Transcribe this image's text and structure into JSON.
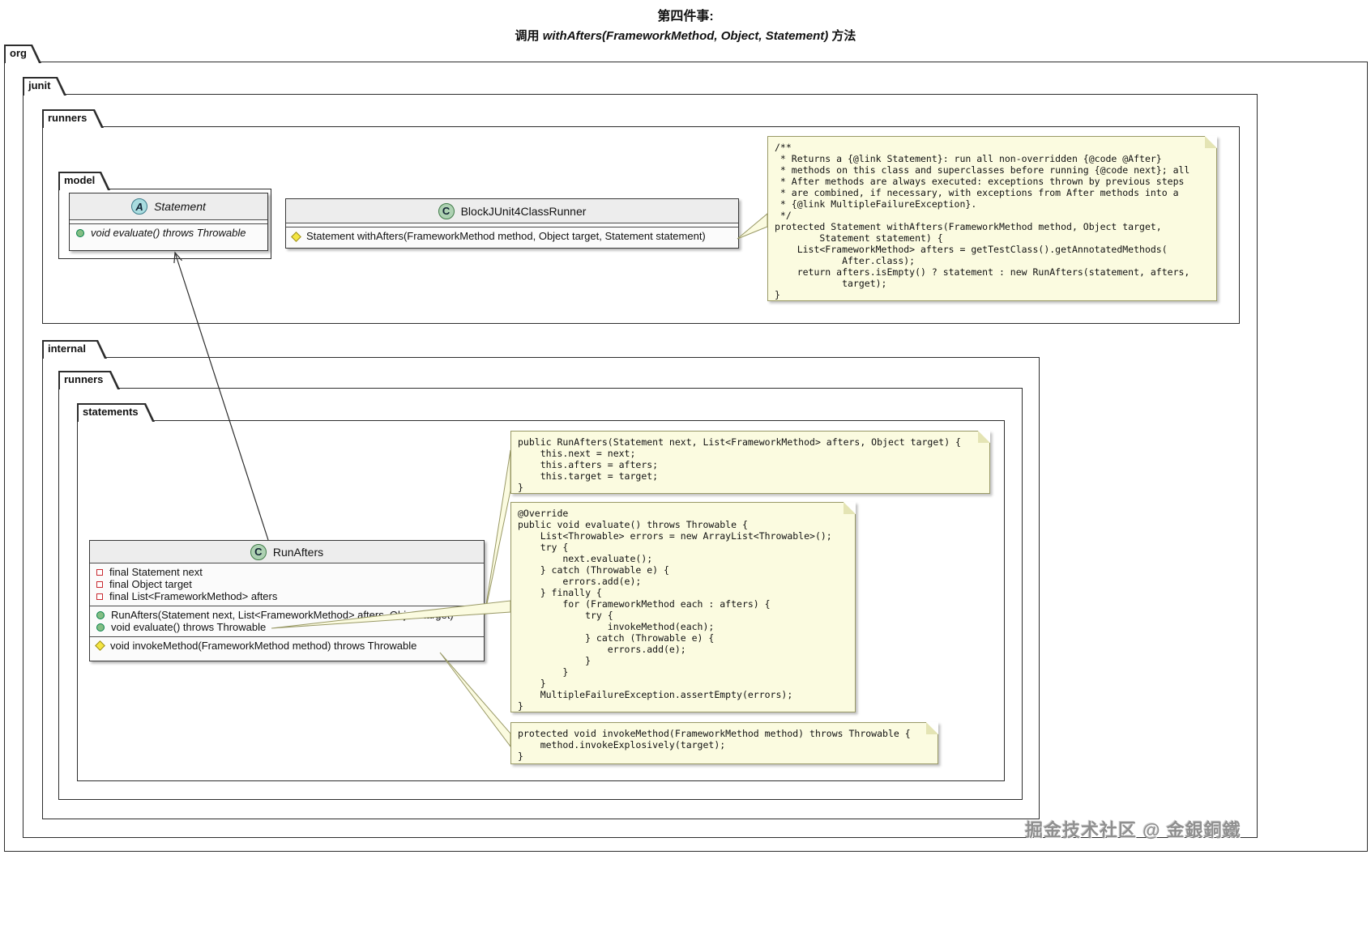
{
  "title": {
    "line1": "第四件事:",
    "line2_prefix": "调用 ",
    "line2_code": "withAfters(FrameworkMethod, Object, Statement)",
    "line2_suffix": " 方法"
  },
  "packages": {
    "org": "org",
    "junit": "junit",
    "runners_outer": "runners",
    "model": "model",
    "internal": "internal",
    "runners_inner": "runners",
    "statements": "statements"
  },
  "classes": {
    "statement": {
      "stereotype": "A",
      "name": "Statement",
      "methods": [
        "void evaluate() throws Throwable"
      ]
    },
    "blockRunner": {
      "stereotype": "C",
      "name": "BlockJUnit4ClassRunner",
      "methods": [
        "Statement withAfters(FrameworkMethod method, Object target, Statement statement)"
      ]
    },
    "runAfters": {
      "stereotype": "C",
      "name": "RunAfters",
      "fields": [
        "final Statement next",
        "final Object target",
        "final List<FrameworkMethod> afters"
      ],
      "methods": [
        "RunAfters(Statement next, List<FrameworkMethod> afters, Object target)",
        "void evaluate() throws Throwable"
      ],
      "methods2": [
        "void invokeMethod(FrameworkMethod method) throws Throwable"
      ]
    }
  },
  "notes": {
    "withAfters": "/**\n * Returns a {@link Statement}: run all non-overridden {@code @After}\n * methods on this class and superclasses before running {@code next}; all\n * After methods are always executed: exceptions thrown by previous steps\n * are combined, if necessary, with exceptions from After methods into a\n * {@link MultipleFailureException}.\n */\nprotected Statement withAfters(FrameworkMethod method, Object target,\n        Statement statement) {\n    List<FrameworkMethod> afters = getTestClass().getAnnotatedMethods(\n            After.class);\n    return afters.isEmpty() ? statement : new RunAfters(statement, afters,\n            target);\n}",
    "constructor": "public RunAfters(Statement next, List<FrameworkMethod> afters, Object target) {\n    this.next = next;\n    this.afters = afters;\n    this.target = target;\n}",
    "evaluate": "@Override\npublic void evaluate() throws Throwable {\n    List<Throwable> errors = new ArrayList<Throwable>();\n    try {\n        next.evaluate();\n    } catch (Throwable e) {\n        errors.add(e);\n    } finally {\n        for (FrameworkMethod each : afters) {\n            try {\n                invokeMethod(each);\n            } catch (Throwable e) {\n                errors.add(e);\n            }\n        }\n    }\n    MultipleFailureException.assertEmpty(errors);\n}",
    "invokeMethod": "protected void invokeMethod(FrameworkMethod method) throws Throwable {\n    method.invokeExplosively(target);\n}"
  },
  "icons": {
    "abstract-class-icon": "A in light-blue circle",
    "class-icon": "C in light-green circle",
    "public-member-icon": "green filled circle",
    "protected-member-icon": "yellow diamond",
    "private-field-icon": "red open square"
  },
  "colors": {
    "note_bg": "#FBFBE0",
    "note_border": "#999966",
    "class_header_bg": "#EDEDED",
    "class_body_bg": "#FBFBFB",
    "border_dark": "#2D2D2D",
    "abstract_icon_bg": "#A9DCDF",
    "class_icon_bg": "#ADD1B2",
    "public_icon": "#84BE84",
    "protected_icon": "#F4E542",
    "private_icon": "#C82930"
  },
  "watermark": "掘金技术社区 @ 金銀銅鐵"
}
